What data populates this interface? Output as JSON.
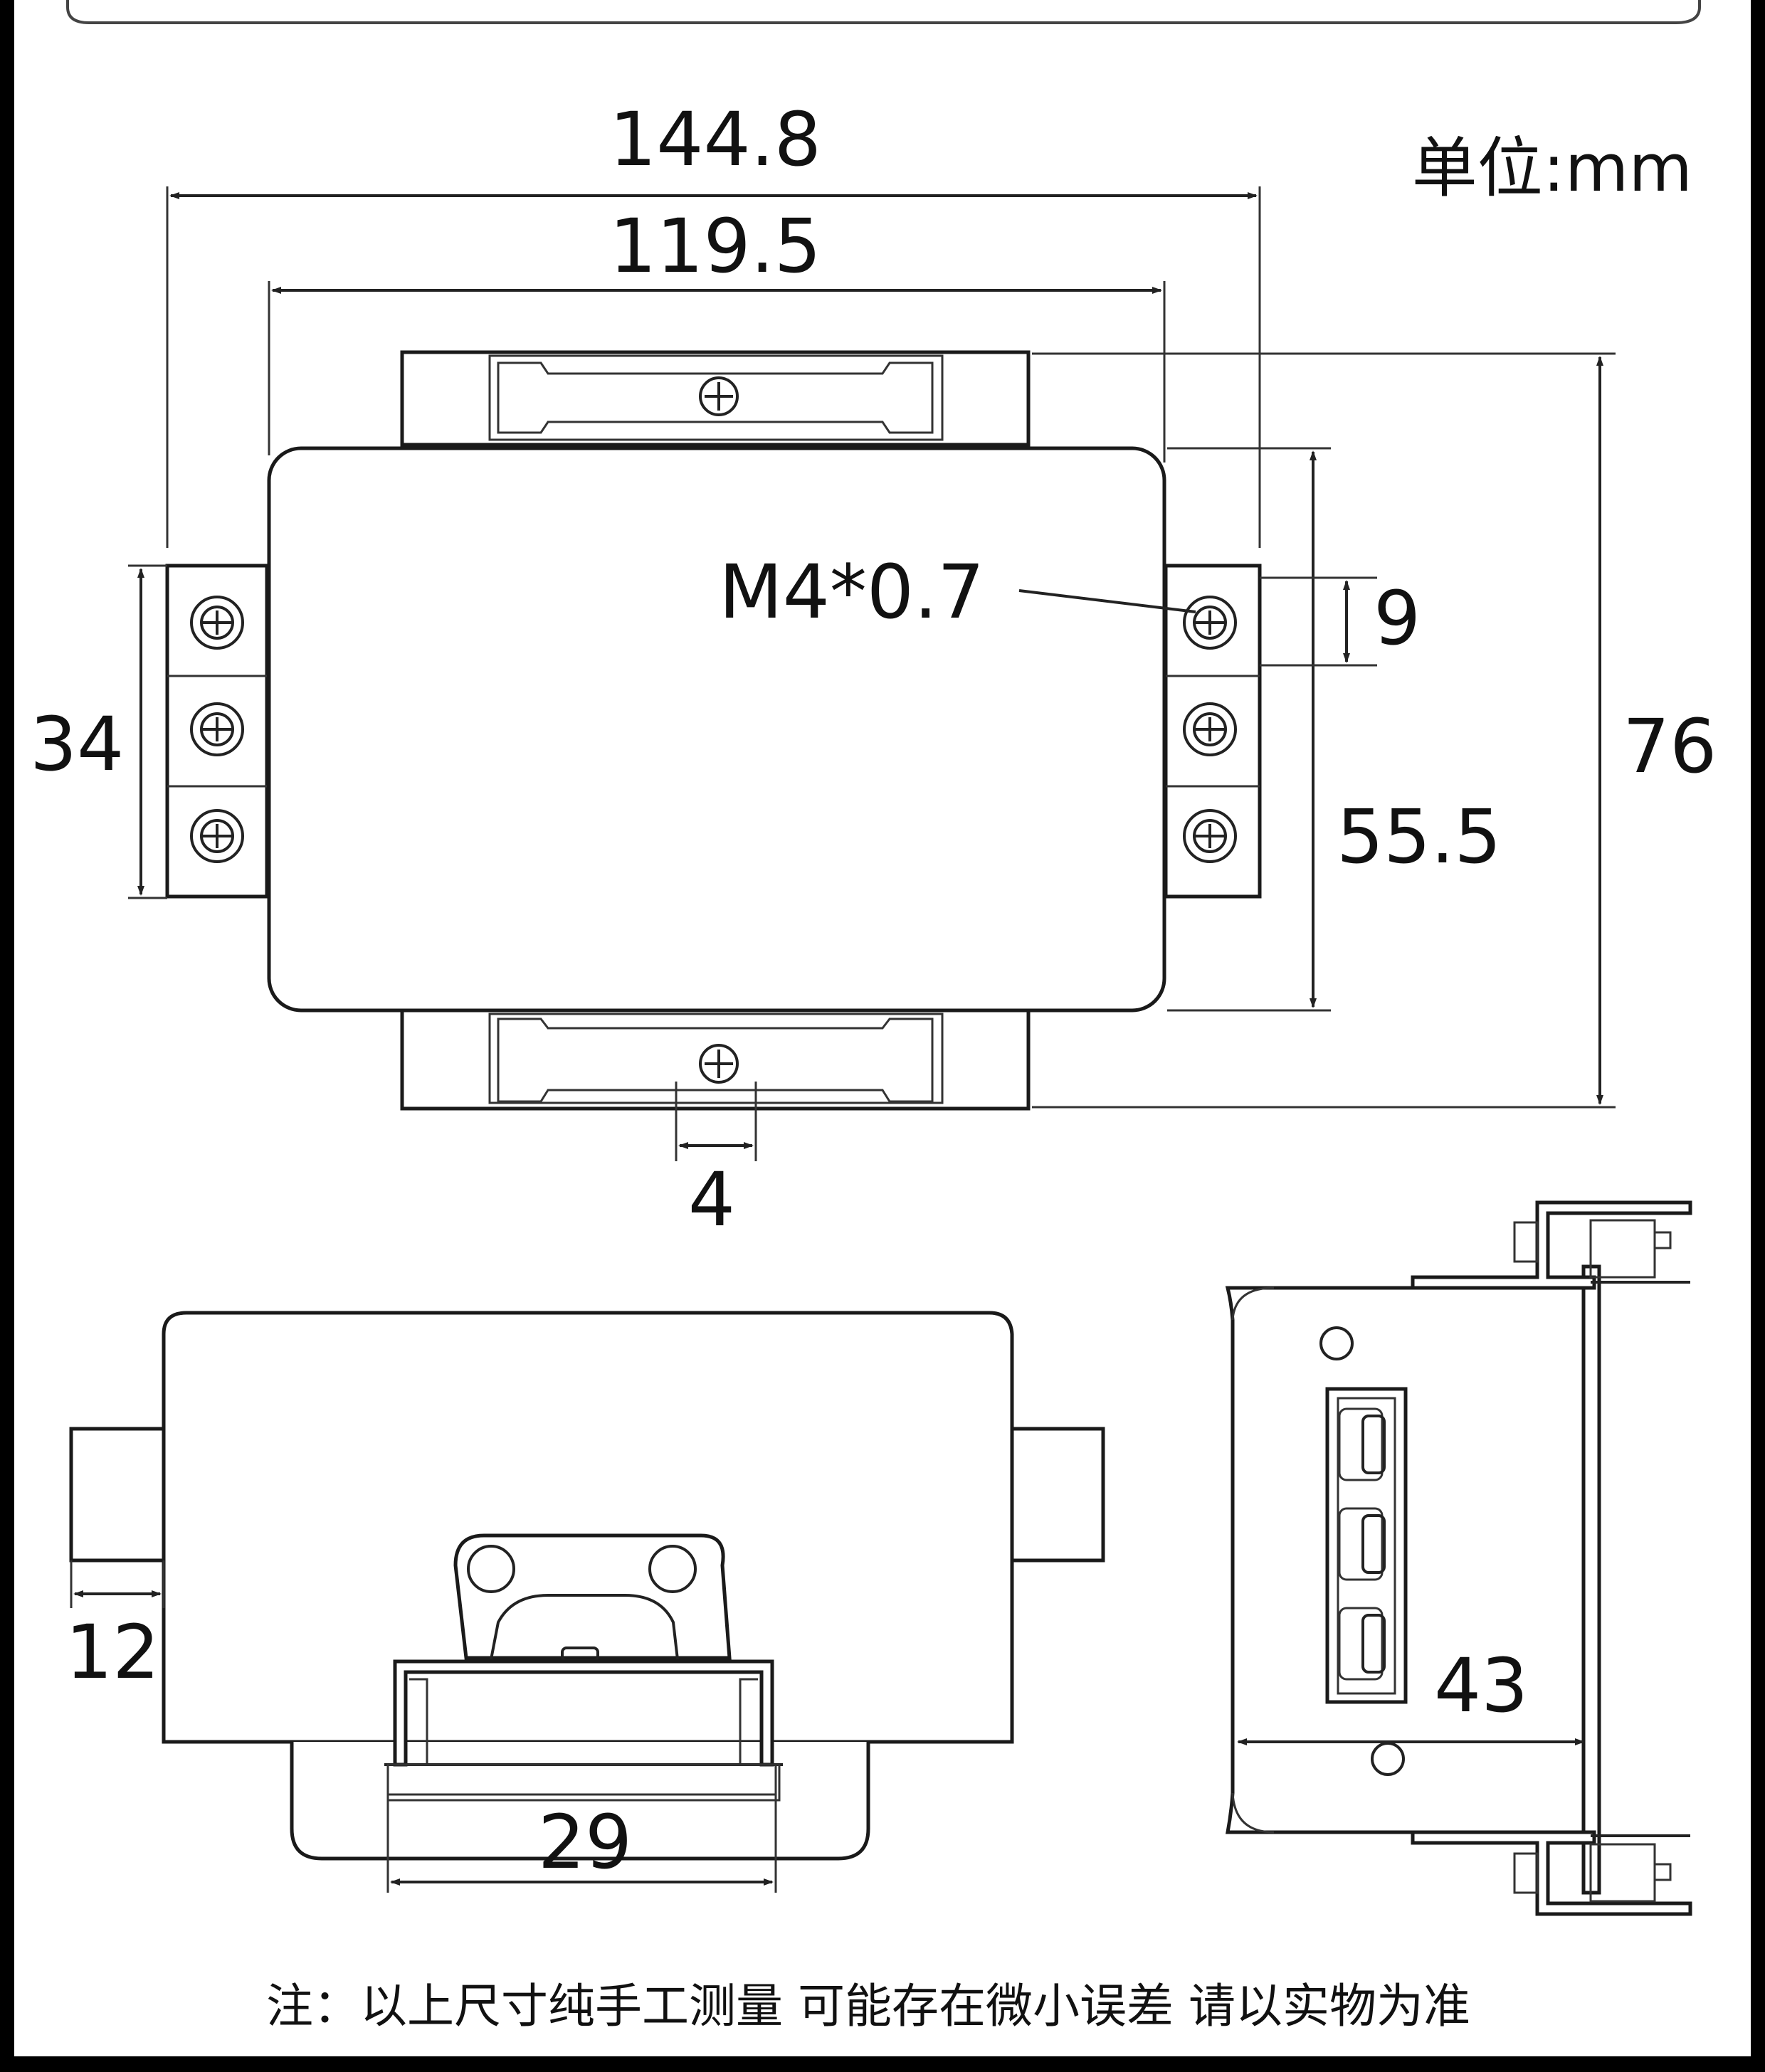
{
  "unit_label": "单位:mm",
  "dimensions": {
    "overall_width": "144.8",
    "body_width": "119.5",
    "overall_height": "76",
    "body_height": "55.5",
    "terminal_block_height": "34",
    "terminal_pitch": "9",
    "mounting_slot": "4",
    "thread_spec": "M4*0.7",
    "terminal_depth": "12",
    "bracket_width": "29",
    "side_depth": "43"
  },
  "footnote": "注：以上尺寸纯手工测量 可能存在微小误差 请以实物为准"
}
